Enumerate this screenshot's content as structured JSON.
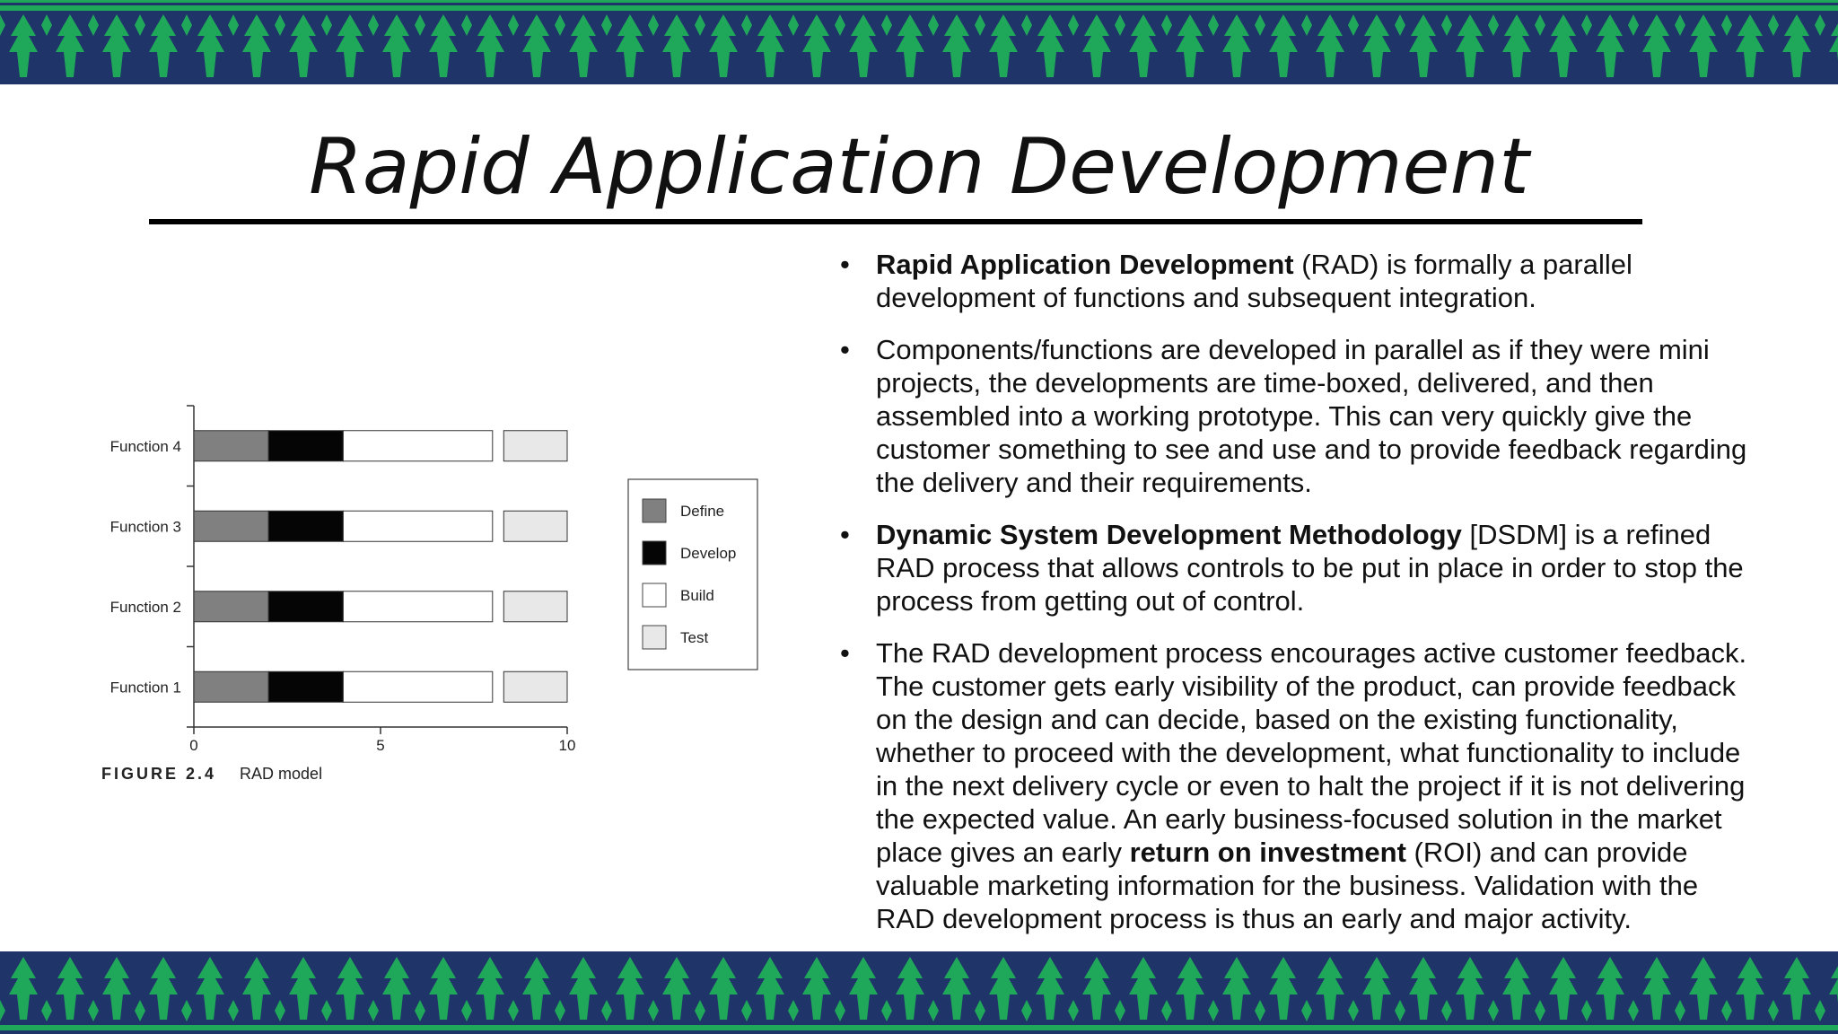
{
  "slide": {
    "title": "Rapid Application Development",
    "bullets": [
      {
        "bold": "Rapid Application Development",
        "rest": " (RAD) is formally a parallel development of functions and subsequent integration."
      },
      {
        "bold": "",
        "rest": "Components/functions are developed in parallel as if they were mini projects, the developments are time-boxed, delivered, and then assembled into a working prototype. This can very quickly give the customer something to see and use and to provide feedback regarding the delivery and their requirements."
      },
      {
        "bold": "Dynamic System Development Methodology",
        "rest": " [DSDM] is a refined RAD process that allows controls to be put in place in order to stop the process from getting out of control."
      },
      {
        "pre": "The RAD development process encourages active customer feedback. The customer gets early visibility of the product, can provide feedback on the design and can decide, based on the existing functionality, whether to proceed with the development, what functionality to include in the next delivery cycle or even to halt the project if it is not delivering the expected value. An early business-focused solution in the market place gives an early ",
        "bold": "return on investment",
        "rest": " (ROI) and can provide valuable marketing information for the business. Validation with the RAD development process is thus an early and major activity."
      }
    ],
    "bullet_char": "•",
    "colors": {
      "band_bg": "#1f3468",
      "band_pattern": "#1fa85a",
      "text": "#111111"
    }
  },
  "figure": {
    "number": "FIGURE 2.4",
    "caption": "RAD model"
  },
  "chart_data": {
    "type": "bar",
    "orientation": "horizontal",
    "stacked": true,
    "categories": [
      "Function 1",
      "Function 2",
      "Function 3",
      "Function 4"
    ],
    "series": [
      {
        "name": "Define",
        "values": [
          2,
          2,
          2,
          2
        ],
        "color": "#808080"
      },
      {
        "name": "Develop",
        "values": [
          2,
          2,
          2,
          2
        ],
        "color": "#050505"
      },
      {
        "name": "Build",
        "values": [
          4,
          4,
          4,
          4
        ],
        "color": "#ffffff"
      },
      {
        "name": "Test",
        "values": [
          1.7,
          1.7,
          1.7,
          1.7
        ],
        "color": "#e8e8e8"
      }
    ],
    "gap_before_test": 0.3,
    "xlim": [
      0,
      10
    ],
    "xticks": [
      0,
      5,
      10
    ],
    "xlabel": "",
    "ylabel": "",
    "grid": false,
    "legend": "right"
  }
}
